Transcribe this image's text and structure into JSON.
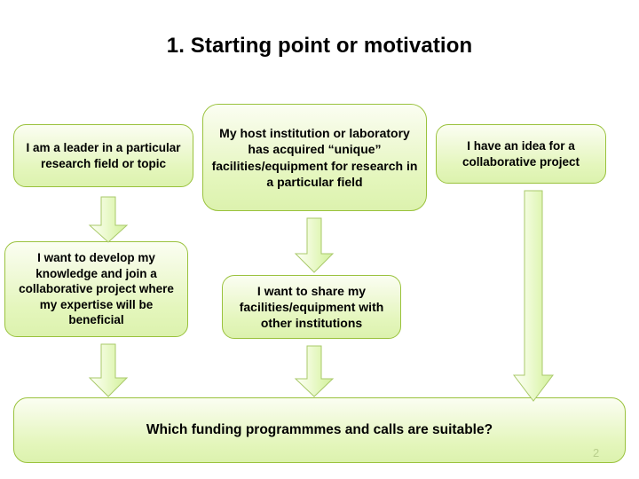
{
  "slide": {
    "title": "1. Starting point or motivation",
    "page_number": "2",
    "accent_color": "#9ac23d",
    "box_fill_top": "#fbfef2",
    "box_fill_bottom": "#dcf2ae",
    "arrow_stroke_color": "#a9c96a",
    "text_color": "#000000"
  },
  "boxes": {
    "leader": "I am a leader in a particular research field or topic",
    "host_institution": "My host institution or laboratory has acquired “unique” facilities/equipment for research in a particular field",
    "idea": "I have an idea for a collaborative project",
    "develop": "I want to develop my knowledge and join a collaborative project where my expertise will be beneficial",
    "share": "I want to share my facilities/equipment with other institutions",
    "funding": "Which funding programmmes and calls are suitable?"
  },
  "arrows": [
    {
      "name": "arrow-leader-to-develop",
      "direction": "down"
    },
    {
      "name": "arrow-host-to-share",
      "direction": "down"
    },
    {
      "name": "arrow-develop-to-funding",
      "direction": "down"
    },
    {
      "name": "arrow-share-to-funding",
      "direction": "down"
    },
    {
      "name": "arrow-idea-to-funding",
      "direction": "down"
    }
  ]
}
